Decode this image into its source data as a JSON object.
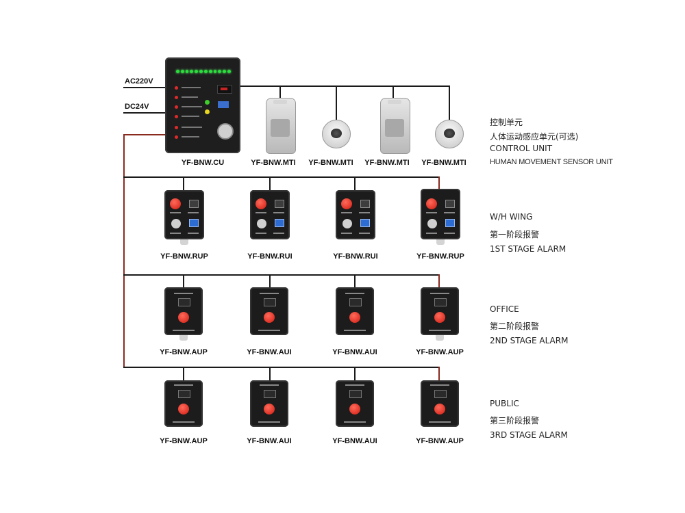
{
  "power": {
    "ac": "AC220V",
    "dc": "DC24V"
  },
  "top_row": {
    "control_unit": "YF-BNW.CU",
    "sensors": [
      "YF-BNW.MTI",
      "YF-BNW.MTI",
      "YF-BNW.MTI",
      "YF-BNW.MTI"
    ],
    "sensor_types": [
      "pir",
      "dome",
      "pir",
      "dome"
    ],
    "desc": [
      "控制单元",
      "人体运动感应单元(可选)",
      "CONTROL UNIT",
      "HUMAN MOVEMENT SENSOR UNIT"
    ]
  },
  "row1": {
    "labels": [
      "YF-BNW.RUP",
      "YF-BNW.RUI",
      "YF-BNW.RUI",
      "YF-BNW.RUP"
    ],
    "desc": [
      "W/H WING",
      "第一阶段报警",
      "1ST STAGE ALARM"
    ]
  },
  "row2": {
    "labels": [
      "YF-BNW.AUP",
      "YF-BNW.AUI",
      "YF-BNW.AUI",
      "YF-BNW.AUP"
    ],
    "desc": [
      "OFFICE",
      "第二阶段报警",
      "2ND STAGE ALARM"
    ]
  },
  "row3": {
    "labels": [
      "YF-BNW.AUP",
      "YF-BNW.AUI",
      "YF-BNW.AUI",
      "YF-BNW.AUP"
    ],
    "desc": [
      "PUBLIC",
      "第三阶段报警",
      "3RD STAGE ALARM"
    ]
  },
  "colors": {
    "wire": "#1a1a1a",
    "wire_accent": "#8a2a1e",
    "device": "#1c1c1c",
    "alarm_button": "#d11a10"
  }
}
